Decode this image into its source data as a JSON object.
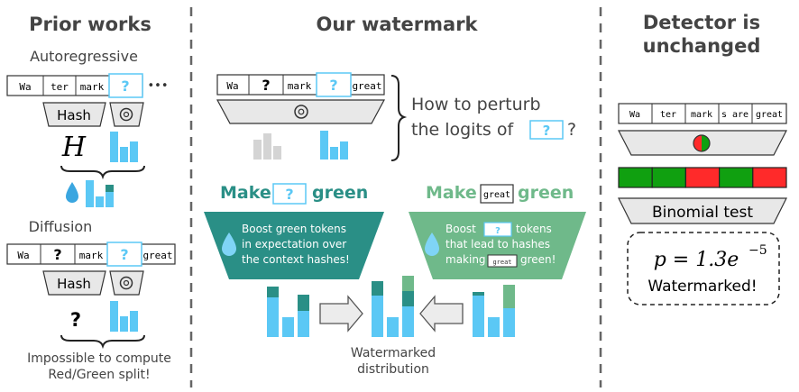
{
  "colors": {
    "blue": "#5bc8f5",
    "teal": "#2a8f86",
    "green_text": "#2a8f86",
    "light_green": "#6fb98a",
    "gray_bar": "#d4d4d4",
    "red": "#ff2a2a",
    "green": "#10a010"
  },
  "prior": {
    "title": "Prior works",
    "autoregressive_label": "Autoregressive",
    "ar_tokens": [
      "Wa",
      "ter",
      "mark",
      "?"
    ],
    "ellipsis": "•••",
    "hash_label": "Hash",
    "H_symbol": "H",
    "diffusion_label": "Diffusion",
    "diff_tokens": [
      "Wa",
      "?",
      "mark",
      "?",
      "great"
    ],
    "question": "?",
    "footer": [
      "Impossible to compute",
      "Red/Green split!"
    ]
  },
  "middle": {
    "title": "Our watermark",
    "tokens": [
      "Wa",
      "?",
      "mark",
      "?",
      "great"
    ],
    "question_line1": "How to perturb",
    "question_line2": "the logits of",
    "question_mark_box": "?",
    "question_tail": "?",
    "make_left_a": "Make",
    "make_left_box": "?",
    "make_left_b": "green",
    "make_right_a": "Make",
    "make_right_box": "great",
    "make_right_b": "green",
    "left_funnel": [
      "Boost green tokens",
      "in expectation over",
      "the context hashes!"
    ],
    "right_funnel_a": "Boost",
    "right_funnel_box": "?",
    "right_funnel_b": "tokens",
    "right_funnel_line2": "that lead to hashes",
    "right_funnel_line3a": "making",
    "right_funnel_line3box": "great",
    "right_funnel_line3b": "green!",
    "caption": [
      "Watermarked",
      "distribution"
    ]
  },
  "detector": {
    "title_line1": "Detector is",
    "title_line2": "unchanged",
    "tokens": [
      "Wa",
      "ter",
      "mark",
      "s are",
      "great"
    ],
    "strip_colors": [
      "green",
      "green",
      "red",
      "green",
      "red"
    ],
    "binomial": "Binomial test",
    "p_value": "p = 1.3e",
    "p_exp": "−5",
    "verdict": "Watermarked!"
  }
}
